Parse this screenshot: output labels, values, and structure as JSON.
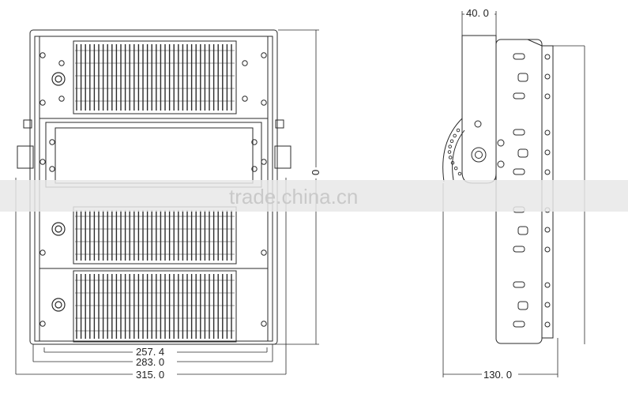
{
  "watermark": "trade.china.cn",
  "front_view": {
    "dims": {
      "inner_width": "257. 4",
      "mid_width": "283. 0",
      "overall_width": "315. 0",
      "height": "0"
    }
  },
  "side_view": {
    "dims": {
      "bracket_width": "40. 0",
      "depth": "130. 0"
    }
  },
  "colors": {
    "line": "#2a2a2a",
    "watermark_band": "#e6e6e6",
    "watermark_text": "#c9c9c9"
  }
}
